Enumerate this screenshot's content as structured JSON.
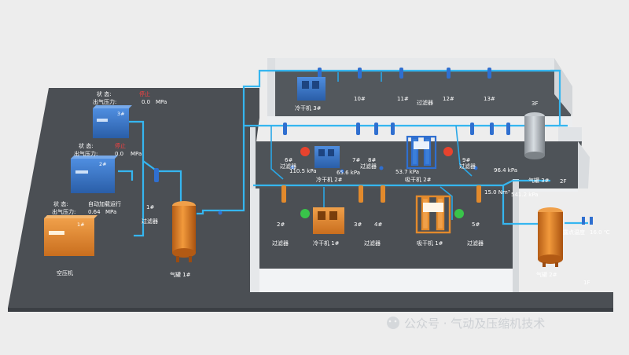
{
  "floors": {
    "floor1": "1F",
    "floor2": "2F",
    "floor3": "3F"
  },
  "compressors": [
    {
      "id": "3#",
      "status_label": "状 态:",
      "status_value": "停止",
      "pressure_label": "出气压力:",
      "pressure_value": "0.0",
      "unit": "MPa"
    },
    {
      "id": "2#",
      "status_label": "状 态:",
      "status_value": "停止",
      "pressure_label": "出气压力:",
      "pressure_value": "0.0",
      "unit": "MPa"
    },
    {
      "id": "1#",
      "status_label": "状 态:",
      "status_value": "自动加载运行",
      "pressure_label": "出气压力:",
      "pressure_value": "0.64",
      "unit": "MPa"
    }
  ],
  "compressor_room_label": "空压机",
  "tanks": {
    "tank1": "气罐 1#",
    "tank2": "气罐 2#",
    "tank3": "气罐 3#"
  },
  "main_filter": {
    "num": "1#",
    "label": "过滤器"
  },
  "filters": {
    "f2": "2#",
    "f3": "3#",
    "f4": "4#",
    "f5": "5#",
    "f6": "6#",
    "f7": "7#",
    "f8": "8#",
    "f9": "9#",
    "f10": "10#",
    "f11": "11#",
    "f12": "12#",
    "f13": "13#",
    "label": "过滤器"
  },
  "dryers": {
    "cold1": "冷干机 1#",
    "cold2": "冷干机 2#",
    "cold3": "冷干机 3#",
    "ads1": "吸干机 1#",
    "ads2": "吸干机 2#"
  },
  "readings": {
    "r1": "110.5 kPa",
    "r2": "65.6 kPa",
    "r3": "53.7 kPa",
    "r4": "96.4 kPa",
    "r5": "15.0 Nm³",
    "r6": "541.2 kPa"
  },
  "dew_point_label": "露点温度",
  "dew_point_value": "16.0 ℃",
  "watermark": "公众号 · 气动及压缩机技术",
  "colors": {
    "pipe": "#35b6f0",
    "floor": "#4b4f54",
    "wall": "#e9ebed",
    "machine": "#3673c9",
    "tank": "#e4892f",
    "indicator_red": "#e8432e",
    "indicator_green": "#39c44a"
  }
}
